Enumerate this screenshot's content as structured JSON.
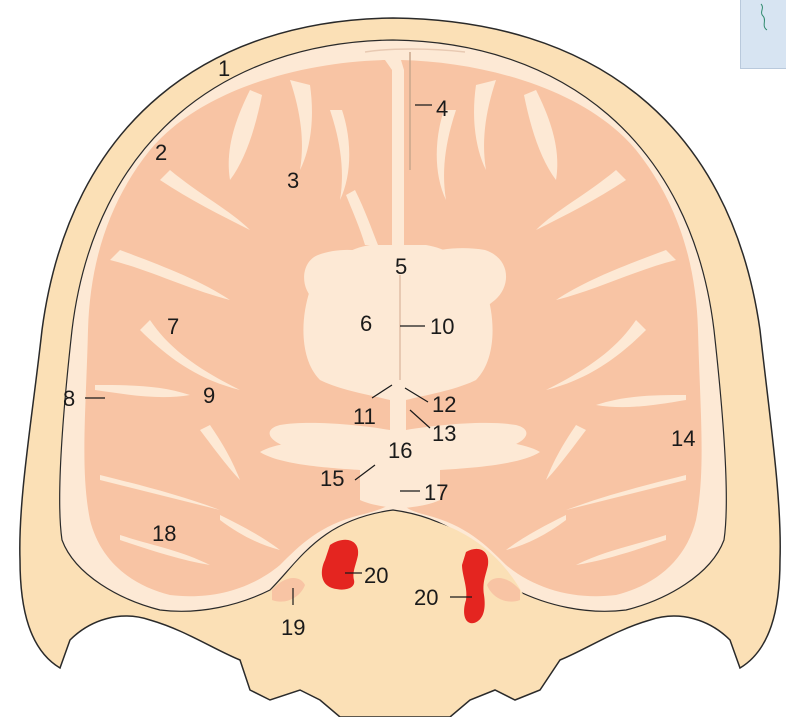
{
  "figure": {
    "colors": {
      "skull": "#fbe0b6",
      "brain_outline": "#fde9d5",
      "cortex": "#f8c4a4",
      "white_matter": "#fbe5d3",
      "vessel": "#e42520",
      "line": "#2a2a2a",
      "thumbnail": "#d7e4f2"
    },
    "labels": [
      "1",
      "2",
      "3",
      "4",
      "5",
      "6",
      "7",
      "8",
      "9",
      "10",
      "11",
      "12",
      "13",
      "14",
      "15",
      "16",
      "17",
      "18",
      "19",
      "20",
      "20"
    ]
  }
}
